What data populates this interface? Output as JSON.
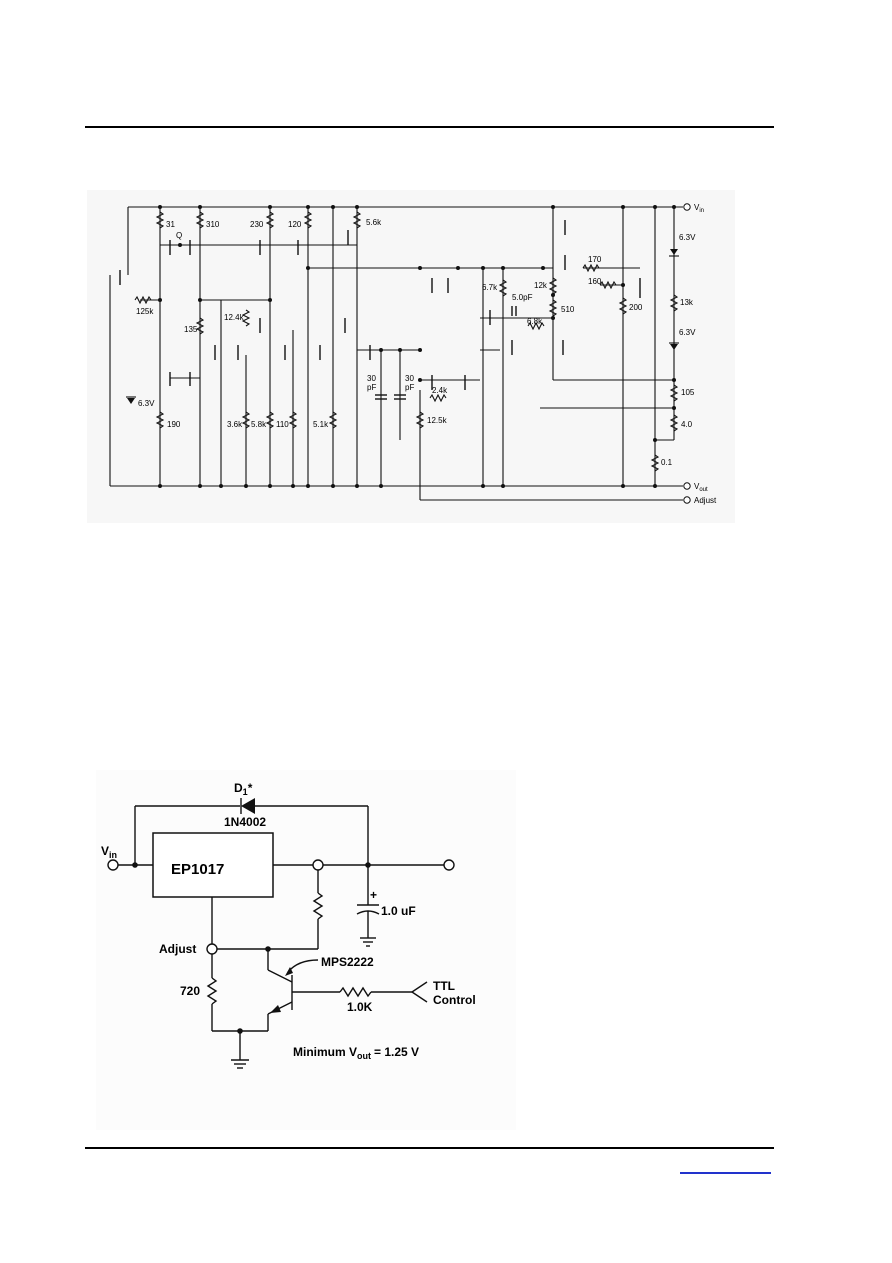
{
  "schematic": {
    "pins": {
      "vin": "V",
      "vin_sub": "in",
      "vout": "V",
      "vout_sub": "out",
      "adjust": "Adjust"
    },
    "resistors": [
      "31",
      "310",
      "230",
      "120",
      "5.6k",
      "125k",
      "135",
      "12.4k",
      "190",
      "3.6k",
      "5.8k",
      "110",
      "5.1k",
      "6.7k",
      "12k",
      "170",
      "160",
      "200",
      "13k",
      "510",
      "6.8k",
      "2.4k",
      "12.5k",
      "105",
      "4.0",
      "0.1"
    ],
    "capacitors": [
      "30",
      "pF",
      "30",
      "pF",
      "5.0pF"
    ],
    "zeners": [
      "6.3V",
      "6.3V",
      "6.3V"
    ],
    "node_label": "Q"
  },
  "app_circuit": {
    "diode_ref": "D",
    "diode_ref_sub": "1",
    "diode_star": "*",
    "diode_part": "1N4002",
    "vin": "V",
    "vin_sub": "in",
    "regulator": "EP1017",
    "cap_plus": "+",
    "cap_value": "1.0 uF",
    "adjust": "Adjust",
    "transistor": "MPS2222",
    "r_bottom": "720",
    "r_base": "1.0K",
    "ttl": "TTL",
    "control": "Control",
    "min_text": "Minimum V",
    "min_sub": "out",
    "min_val": "= 1.25 V"
  }
}
